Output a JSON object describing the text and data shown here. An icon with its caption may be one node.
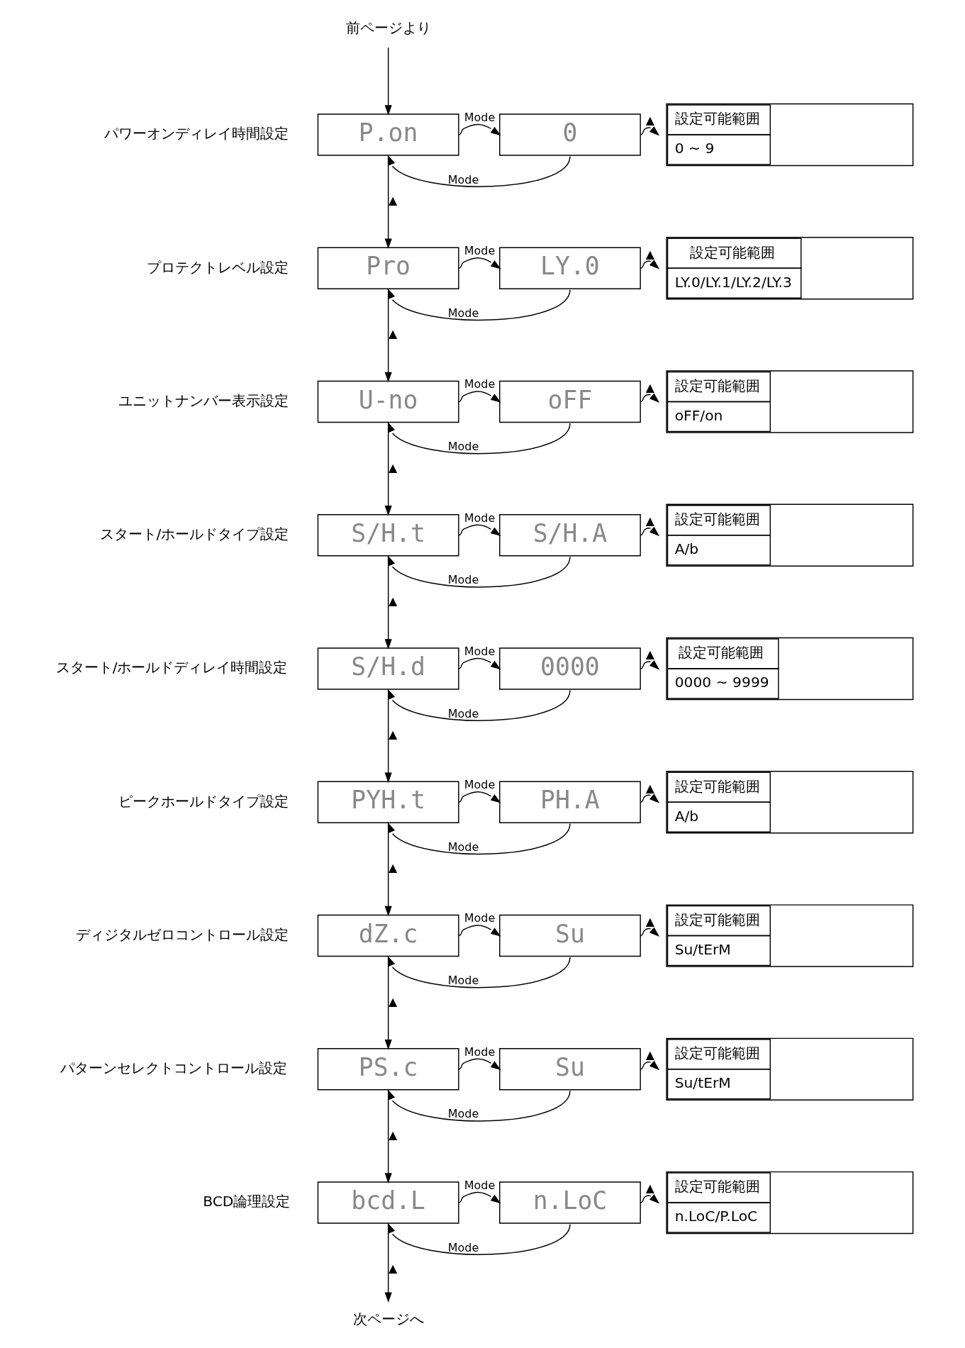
{
  "diagram": {
    "nodes": [
      {
        "text": [
          "前ページより"
        ]
      },
      {
        "text": [
          "P.on"
        ],
        "beside": [
          "パワーオンディレイ時間設定"
        ]
      },
      {
        "text": [
          "0"
        ]
      },
      {
        "text": [
          "設定可能範囲",
          "0 ~ 9"
        ]
      },
      {
        "text": [
          "Pro"
        ],
        "beside": [
          "プロテクトレベル設定"
        ]
      },
      {
        "text": [
          "LY.0"
        ]
      },
      {
        "text": [
          "設定可能範囲",
          "LY.0/LY.1/LY.2/LY.3"
        ]
      },
      {
        "text": [
          "U-no"
        ],
        "beside": [
          "ユニットナンバー表示設定"
        ]
      },
      {
        "text": [
          "oFF"
        ]
      },
      {
        "text": [
          "設定可能範囲",
          "oFF/on"
        ]
      },
      {
        "text": [
          "S/H.t"
        ],
        "beside": [
          "スタート/ホールドタイプ設定"
        ]
      },
      {
        "text": [
          "S/H.A"
        ]
      },
      {
        "text": [
          "設定可能範囲",
          "A/b"
        ]
      },
      {
        "text": [
          "S/H.d"
        ],
        "beside": [
          "スタート/ホールドディレイ時間設定"
        ]
      },
      {
        "text": [
          "0000"
        ]
      },
      {
        "text": [
          "設定可能範囲",
          "0000 ~ 9999"
        ]
      },
      {
        "text": [
          "PYH.t"
        ],
        "beside": [
          "ピークホールドタイプ設定"
        ]
      },
      {
        "text": [
          "PH.A"
        ]
      },
      {
        "text": [
          "設定可能範囲",
          "A/b"
        ]
      },
      {
        "text": [
          "dZ.c"
        ],
        "beside": [
          "ディジタルゼロコントロール設定"
        ]
      },
      {
        "text": [
          "Su"
        ]
      },
      {
        "text": [
          "設定可能範囲",
          "Su/tErM"
        ]
      },
      {
        "text": [
          "PS.c"
        ],
        "beside": [
          "パターンセレクトコントロール設定"
        ]
      },
      {
        "text": [
          "Su"
        ]
      },
      {
        "text": [
          "設定可能範囲",
          "Su/tErM"
        ]
      },
      {
        "text": [
          "bcd.L"
        ],
        "beside": [
          "BCD論理設定"
        ]
      },
      {
        "text": [
          "n.LoC"
        ]
      },
      {
        "text": [
          "設定可能範囲",
          "n.LoC/P.LoC"
        ]
      },
      {
        "text": [
          "次ページへ"
        ]
      }
    ],
    "edges": [
      {
        "from": 0,
        "to": 1,
        "arrow": "to"
      },
      {
        "from": 1,
        "to": 2,
        "arrow": "to",
        "label": "Mode"
      },
      {
        "from": 2,
        "to": 1,
        "arrow": "to",
        "label": "Mode"
      },
      {
        "from": 2,
        "to": 3,
        "arrow": "to",
        "label": "▲"
      },
      {
        "from": 1,
        "to": 4,
        "arrow": "to",
        "label": "▲"
      },
      {
        "from": 4,
        "to": 5,
        "arrow": "to",
        "label": "Mode"
      },
      {
        "from": 5,
        "to": 4,
        "arrow": "to",
        "label": "Mode"
      },
      {
        "from": 5,
        "to": 6,
        "arrow": "to",
        "label": "▲"
      },
      {
        "from": 4,
        "to": 7,
        "arrow": "to",
        "label": "▲"
      },
      {
        "from": 7,
        "to": 8,
        "arrow": "to",
        "label": "Mode"
      },
      {
        "from": 8,
        "to": 7,
        "arrow": "to",
        "label": "Mode"
      },
      {
        "from": 8,
        "to": 9,
        "arrow": "to",
        "label": "▲"
      },
      {
        "from": 7,
        "to": 10,
        "arrow": "to",
        "label": "▲"
      },
      {
        "from": 10,
        "to": 11,
        "arrow": "to",
        "label": "Mode"
      },
      {
        "from": 11,
        "to": 10,
        "arrow": "to",
        "label": "Mode"
      },
      {
        "from": 11,
        "to": 12,
        "arrow": "to",
        "label": "▲"
      },
      {
        "from": 10,
        "to": 13,
        "arrow": "to",
        "label": "▲"
      },
      {
        "from": 13,
        "to": 14,
        "arrow": "to",
        "label": "Mode"
      },
      {
        "from": 14,
        "to": 13,
        "arrow": "to",
        "label": "Mode"
      },
      {
        "from": 14,
        "to": 15,
        "arrow": "to",
        "label": "▲"
      },
      {
        "from": 13,
        "to": 16,
        "arrow": "to",
        "label": "▲"
      },
      {
        "from": 16,
        "to": 17,
        "arrow": "to",
        "label": "Mode"
      },
      {
        "from": 17,
        "to": 16,
        "arrow": "to",
        "label": "Mode"
      },
      {
        "from": 17,
        "to": 18,
        "arrow": "to",
        "label": "▲"
      },
      {
        "from": 16,
        "to": 19,
        "arrow": "to",
        "label": "▲"
      },
      {
        "from": 19,
        "to": 20,
        "arrow": "to",
        "label": "Mode"
      },
      {
        "from": 20,
        "to": 19,
        "arrow": "to",
        "label": "Mode"
      },
      {
        "from": 20,
        "to": 21,
        "arrow": "to",
        "label": "▲"
      },
      {
        "from": 19,
        "to": 22,
        "arrow": "to",
        "label": "▲"
      },
      {
        "from": 22,
        "to": 23,
        "arrow": "to",
        "label": "Mode"
      },
      {
        "from": 23,
        "to": 22,
        "arrow": "to",
        "label": "Mode"
      },
      {
        "from": 23,
        "to": 24,
        "arrow": "to",
        "label": "▲"
      },
      {
        "from": 22,
        "to": 25,
        "arrow": "to",
        "label": "▲"
      },
      {
        "from": 25,
        "to": 26,
        "arrow": "to",
        "label": "Mode"
      },
      {
        "from": 26,
        "to": 25,
        "arrow": "to",
        "label": "Mode"
      },
      {
        "from": 26,
        "to": 27,
        "arrow": "to",
        "label": "▲"
      },
      {
        "from": 25,
        "to": 28,
        "arrow": "to",
        "label": "▲"
      }
    ]
  }
}
